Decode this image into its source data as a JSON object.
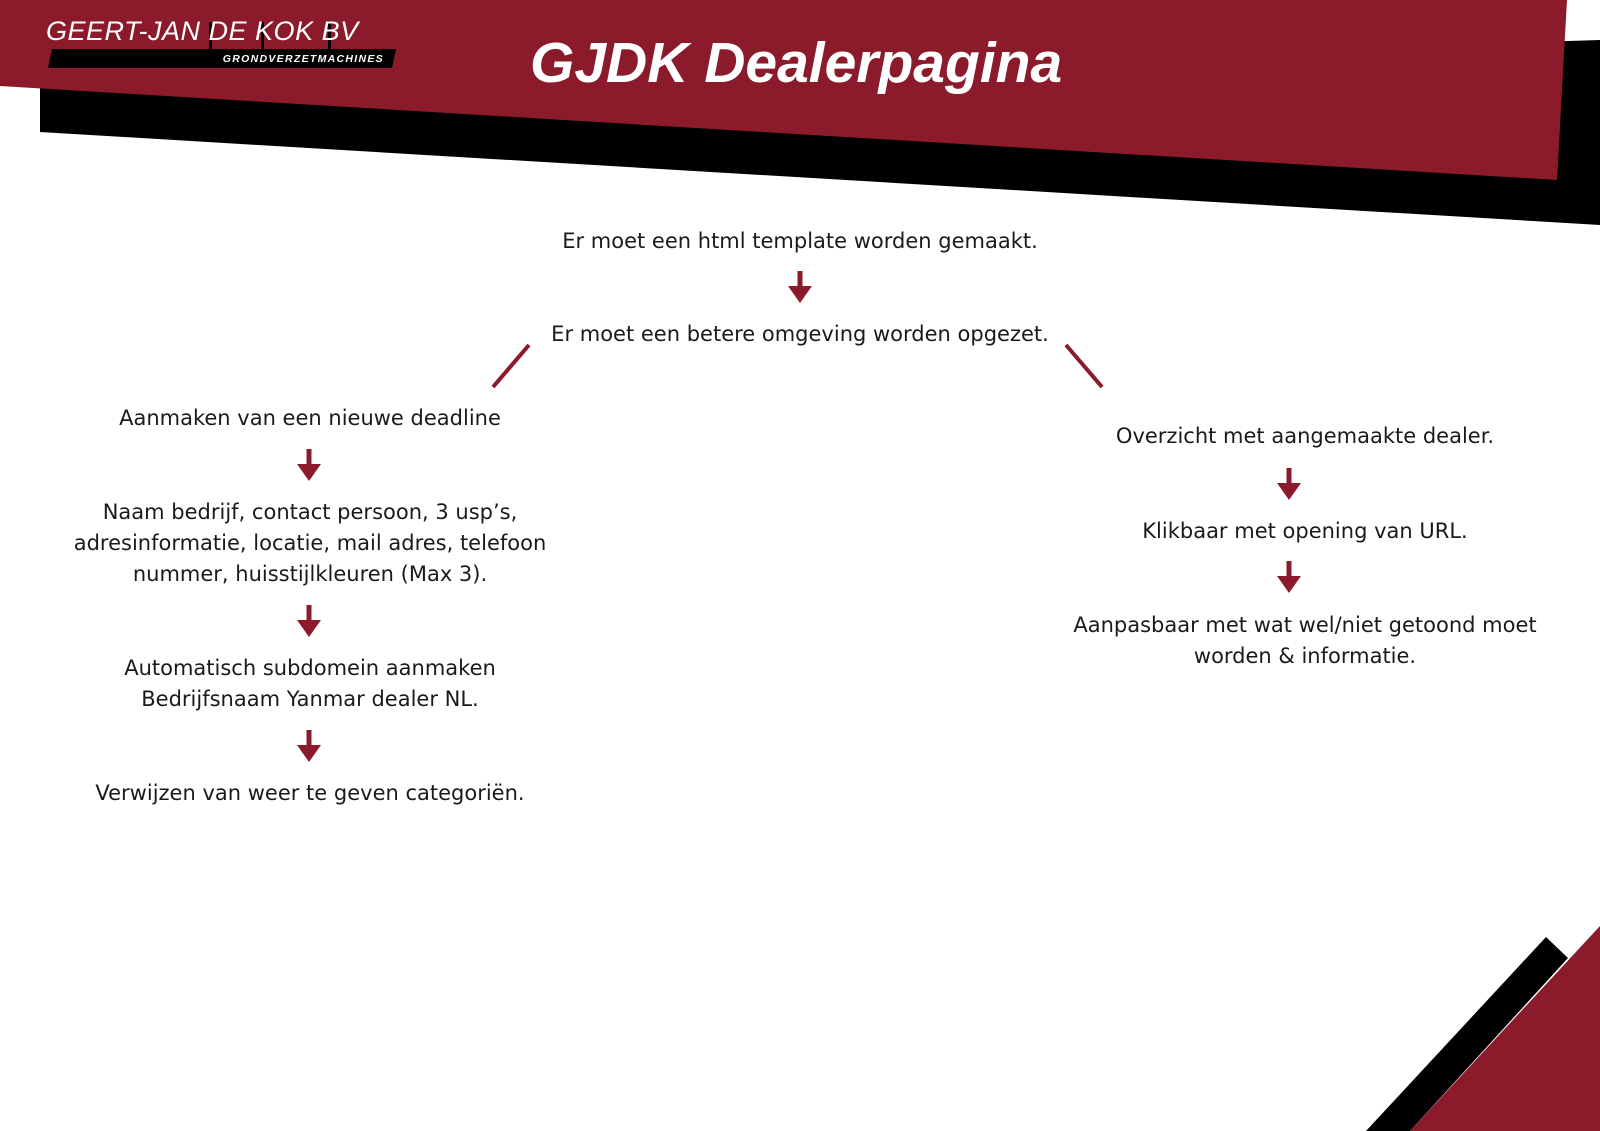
{
  "header": {
    "logo_name": "GEERT-JAN DE KOK BV",
    "logo_subtitle": "GRONDVERZETMACHINES",
    "title": "GJDK Dealerpagina"
  },
  "colors": {
    "brand_red": "#8b1a2a",
    "black": "#000000",
    "arrow_red": "#8b1a2a"
  },
  "flow": {
    "root_1": "Er moet een html template worden gemaakt.",
    "root_2": "Er moet een betere omgeving worden opgezet.",
    "left": {
      "step_1": "Aanmaken van een nieuwe deadline",
      "step_2": "Naam bedrijf, contact persoon, 3 usp’s,\nadresinformatie, locatie, mail adres, telefoon\nnummer, huisstijlkleuren (Max 3).",
      "step_3": "Automatisch subdomein aanmaken\nBedrijfsnaam Yanmar dealer NL.",
      "step_4": "Verwijzen van weer te geven categoriën."
    },
    "right": {
      "step_1": "Overzicht met aangemaakte dealer.",
      "step_2": "Klikbaar met opening van URL.",
      "step_3": "Aanpasbaar met wat wel/niet getoond moet\nworden & informatie."
    }
  }
}
